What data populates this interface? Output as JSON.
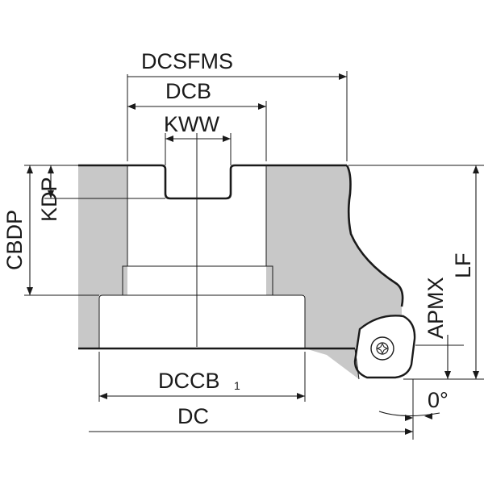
{
  "labels": {
    "dcsfms": "DCSFMS",
    "dcb": "DCB",
    "kww": "KWW",
    "cbdp": "CBDP",
    "kdp": "KDP",
    "lf": "LF",
    "apmx": "APMX",
    "dccb": "DCCB",
    "dccb_sub": "1",
    "dc": "DC",
    "angle": "0°"
  },
  "colors": {
    "body_fill": "#c8c8c8",
    "line": "#1a1a1a",
    "background": "#ffffff"
  }
}
